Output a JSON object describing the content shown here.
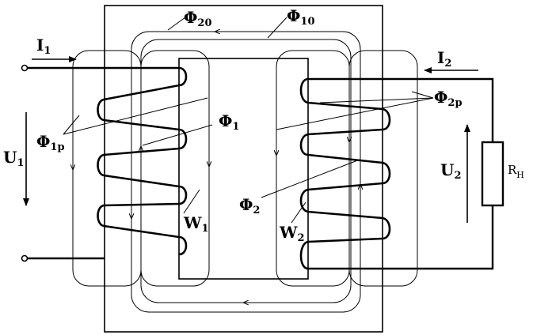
{
  "labels": {
    "phi20": {
      "main": "Φ",
      "sub": "20"
    },
    "phi10": {
      "main": "Φ",
      "sub": "10"
    },
    "i1": {
      "main": "I",
      "sub": "1"
    },
    "i2": {
      "main": "I",
      "sub": "2"
    },
    "phi1p": {
      "main": "Φ",
      "sub": "1p"
    },
    "phi2p": {
      "main": "Φ",
      "sub": "2p"
    },
    "phi1": {
      "main": "Φ",
      "sub": "1"
    },
    "phi2": {
      "main": "Φ",
      "sub": "2"
    },
    "u1": {
      "main": "U",
      "sub": "1"
    },
    "u2": {
      "main": "U",
      "sub": "2"
    },
    "w1": {
      "main": "W",
      "sub": "1"
    },
    "w2": {
      "main": "W",
      "sub": "2"
    },
    "rh": {
      "main": "R",
      "sub": "H"
    }
  }
}
